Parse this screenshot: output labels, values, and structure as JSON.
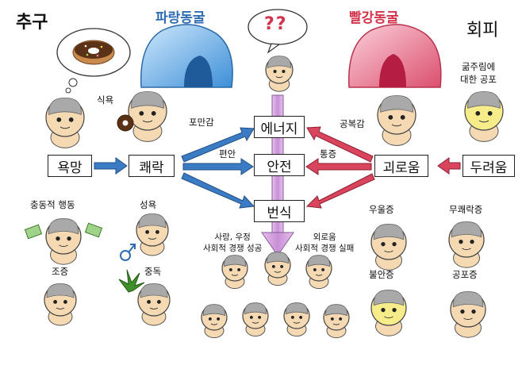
{
  "headers": {
    "pursuit": "추구",
    "avoidance": "회피",
    "blue_cave": "파랑동굴",
    "red_cave": "빨강동굴",
    "question": "??"
  },
  "colors": {
    "blue": "#2f6db3",
    "red": "#d2334a",
    "purple": "#c98fd6",
    "cave_blue": "#5aa7e6",
    "cave_red": "#e76f8b",
    "skin": "#f4d9b3",
    "brain": "#a9a9a9"
  },
  "center": {
    "energy": "에너지",
    "safety": "안전",
    "reproduction": "번식"
  },
  "left_chain": {
    "desire": "욕망",
    "pleasure": "쾌락",
    "appetite": "식욕",
    "satiety": "포만감",
    "comfort": "편안"
  },
  "right_chain": {
    "pain": "괴로움",
    "fear": "두려움",
    "hunger_pain": "공복감",
    "pain_feel": "통증",
    "hunger_fear": "굶주림에\n대한 공포"
  },
  "notes": {
    "success": "사랑, 우정\n사회적 경쟁 성공",
    "failure": "외로움\n사회적 경쟁 실패"
  },
  "disorders_left": {
    "impulsive": "충동적 행동",
    "sexual_desire": "성욕",
    "mania": "조증",
    "addiction": "중독"
  },
  "disorders_right": {
    "depression": "우울증",
    "anhedonia": "무쾌락증",
    "anxiety": "불안증",
    "phobia": "공포증"
  }
}
